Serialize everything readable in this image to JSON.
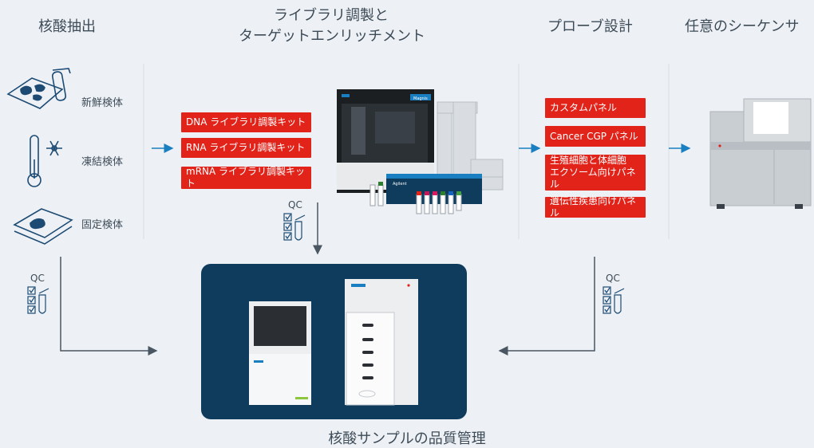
{
  "headings": {
    "extraction": "核酸抽出",
    "library_line1": "ライブラリ調製と",
    "library_line2": "ターゲットエンリッチメント",
    "probe": "プローブ設計",
    "sequencer": "任意のシーケンサ"
  },
  "samples": [
    {
      "label": "新鮮検体",
      "icon": "tissue-dish-icon"
    },
    {
      "label": "凍結検体",
      "icon": "thermometer-snowflake-icon"
    },
    {
      "label": "固定検体",
      "icon": "fixed-slide-icon"
    }
  ],
  "library_kits": [
    "DNA ライブラリ調製キット",
    "RNA ライブラリ調製キット",
    "mRNA ライブラリ調製キット"
  ],
  "panels": [
    "カスタムパネル",
    "Cancer CGP パネル",
    "生殖細胞と体細胞\nエクソーム向けパネル",
    "遺伝性疾患向けパネル"
  ],
  "qc_label": "QC",
  "bottom_label": "核酸サンプルの品質管理",
  "device_labels": {
    "workstation_brand": "Magnis",
    "kit_brand": "Agilent"
  },
  "colors": {
    "background": "#edf1f5",
    "accent_red": "#e2231a",
    "arrow_blue": "#1a7fc1",
    "panel_navy": "#0f3b5c",
    "line_gray": "#4a5662"
  }
}
